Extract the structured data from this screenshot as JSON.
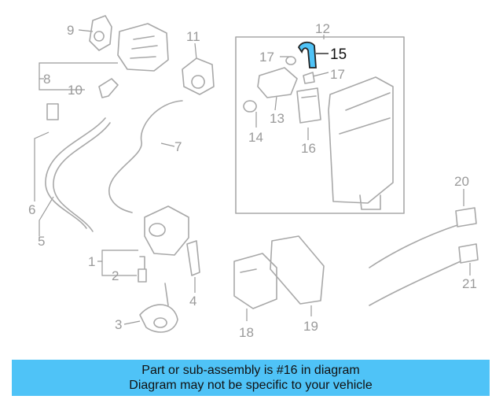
{
  "diagram": {
    "callouts": [
      "1",
      "2",
      "3",
      "4",
      "5",
      "6",
      "7",
      "8",
      "9",
      "10",
      "11",
      "12",
      "13",
      "14",
      "15",
      "16",
      "17",
      "17",
      "18",
      "19",
      "20",
      "21"
    ],
    "highlighted_callout": "16",
    "highlight_color": "#4fc3f7",
    "line_color": "#a8a8a8"
  },
  "banner": {
    "line1": "Part or sub-assembly is #16 in diagram",
    "line2": "Diagram may not be specific to your vehicle",
    "color": "#4fc3f7"
  }
}
